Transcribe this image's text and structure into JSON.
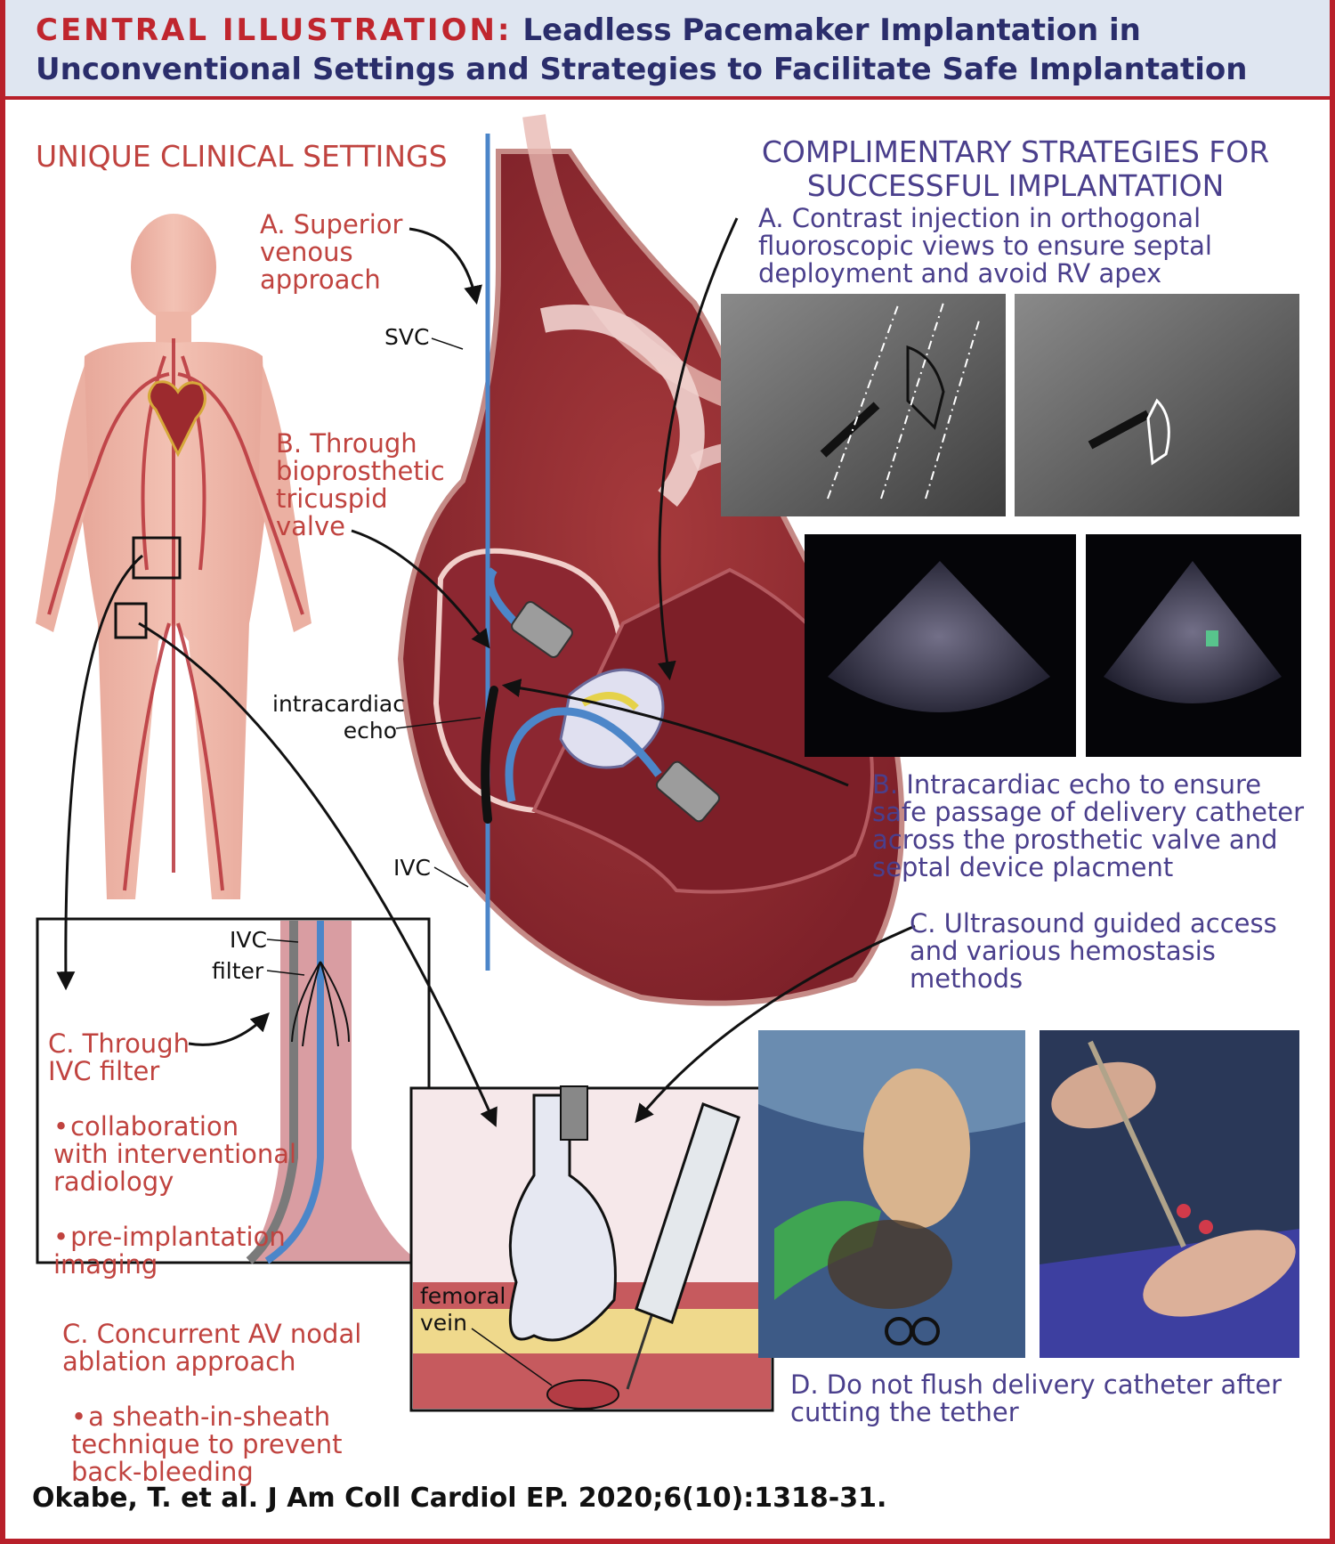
{
  "title": {
    "lead": "CENTRAL ILLUSTRATION:",
    "text": "Leadless Pacemaker Implantation in Unconventional Settings and Strategies to Facilitate Safe Implantation"
  },
  "left": {
    "heading": "UNIQUE CLINICAL SETTINGS",
    "a_label": "A. Superior\nvenous\napproach",
    "b_label": "B. Through\nbioprosthetic\ntricuspid\nvalve",
    "c_filter_label": "C. Through\nIVC filter",
    "c_filter_bullets": [
      "collaboration\nwith interventional\nradiology",
      "pre-implantation\nimaging"
    ],
    "c_av_label": "C. Concurrent AV nodal\nablation approach",
    "c_av_bullet": "a sheath-in-sheath\ntechnique to prevent\nback-bleeding"
  },
  "anatomy": {
    "svc": "SVC",
    "ivc": "IVC",
    "intracardiac_echo": "intracardiac\necho",
    "ivc_inset": "IVC",
    "filter": "filter",
    "femoral_vein": "femoral\nvein"
  },
  "right": {
    "heading": "COMPLIMENTARY STRATEGIES FOR\nSUCCESSFUL IMPLANTATION",
    "a_text": "A. Contrast injection in orthogonal\nfluoroscopic views to ensure septal\ndeployment and avoid RV apex",
    "b_text": "B. Intracardiac echo to ensure\nsafe passage of delivery catheter\nacross the prosthetic valve and\nseptal device placment",
    "c_text": "C. Ultrasound guided access\nand various hemostasis methods",
    "d_text": "D. Do not flush delivery catheter after\ncutting the tether"
  },
  "citation": "Okabe, T. et al. J Am Coll Cardiol EP. 2020;6(10):1318-31.",
  "colors": {
    "brand_red": "#c0262e",
    "navy": "#2a2d6b",
    "left_text": "#c0433f",
    "right_text": "#4a3f8c",
    "title_bg": "#dfe6f1"
  }
}
